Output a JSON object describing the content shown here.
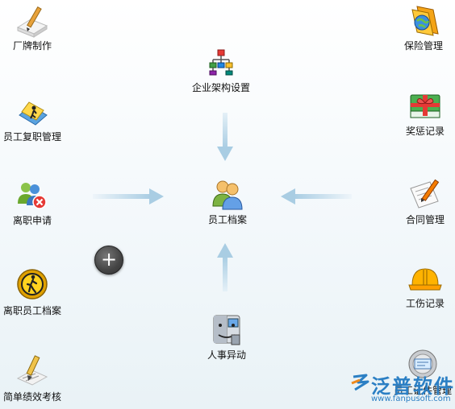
{
  "nodes": {
    "factory_badge": {
      "label": "厂牌制作",
      "icon": "pen-paper-icon"
    },
    "rehire": {
      "label": "员工复职管理",
      "icon": "folder-person-icon"
    },
    "resignation": {
      "label": "离职申请",
      "icon": "users-remove-icon"
    },
    "resigned_archive": {
      "label": "离职员工档案",
      "icon": "walking-person-badge-icon"
    },
    "performance": {
      "label": "简单绩效考核",
      "icon": "pen-write-icon"
    },
    "org_setup": {
      "label": "企业架构设置",
      "icon": "org-chart-icon"
    },
    "employee_archive": {
      "label": "员工档案",
      "icon": "users-icon"
    },
    "hr_change": {
      "label": "人事异动",
      "icon": "finder-faces-icon"
    },
    "insurance": {
      "label": "保险管理",
      "icon": "folder-globe-icon"
    },
    "reward": {
      "label": "奖惩记录",
      "icon": "gift-book-icon"
    },
    "contract": {
      "label": "合同管理",
      "icon": "document-pen-icon"
    },
    "injury": {
      "label": "工伤记录",
      "icon": "hard-hat-icon"
    },
    "certificate": {
      "label": "员工证件管理",
      "icon": "id-card-disc-icon"
    }
  },
  "expand_button": {
    "symbol": "+"
  },
  "brand": {
    "name": "泛普软件",
    "url": "www.fanpusoft.com"
  },
  "colors": {
    "arrow": "#b8d6e8",
    "brand": "#2b7fc4"
  }
}
